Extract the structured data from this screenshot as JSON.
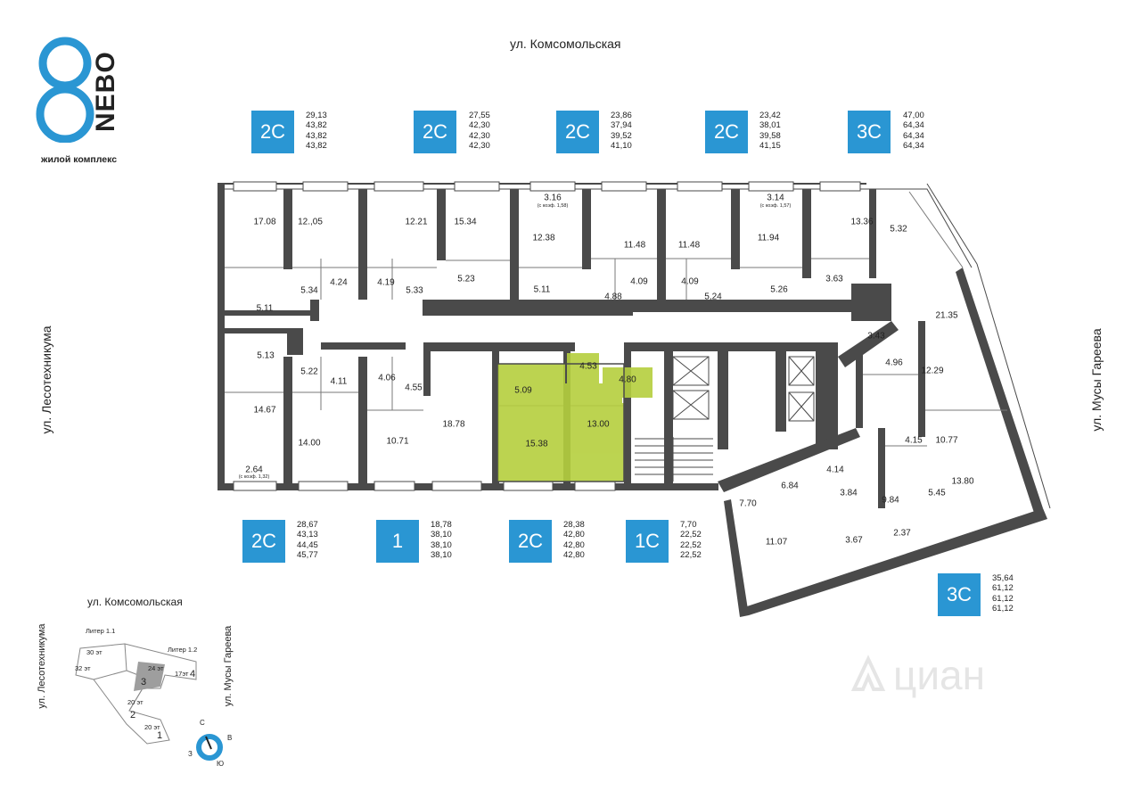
{
  "logo": {
    "brand": "NEBO",
    "tagline": "жилой комплекс"
  },
  "streets": {
    "top": "ул. Комсомольская",
    "left": "ул. Лесотехникума",
    "right": "ул. Мусы Гареева"
  },
  "apartments_top": [
    {
      "type": "2С",
      "areas": [
        "29,13",
        "43,82",
        "43,82",
        "43,82"
      ]
    },
    {
      "type": "2С",
      "areas": [
        "27,55",
        "42,30",
        "42,30",
        "42,30"
      ]
    },
    {
      "type": "2С",
      "areas": [
        "23,86",
        "37,94",
        "39,52",
        "41,10"
      ]
    },
    {
      "type": "2С",
      "areas": [
        "23,42",
        "38,01",
        "39,58",
        "41,15"
      ]
    },
    {
      "type": "3С",
      "areas": [
        "47,00",
        "64,34",
        "64,34",
        "64,34"
      ]
    }
  ],
  "apartments_bottom": [
    {
      "type": "2С",
      "areas": [
        "28,67",
        "43,13",
        "44,45",
        "45,77"
      ]
    },
    {
      "type": "1",
      "areas": [
        "18,78",
        "38,10",
        "38,10",
        "38,10"
      ]
    },
    {
      "type": "2С",
      "areas": [
        "28,38",
        "42,80",
        "42,80",
        "42,80"
      ]
    },
    {
      "type": "1С",
      "areas": [
        "7,70",
        "22,52",
        "22,52",
        "22,52"
      ]
    }
  ],
  "apartment_right": {
    "type": "3С",
    "areas": [
      "35,64",
      "61,12",
      "61,12",
      "61,12"
    ]
  },
  "rooms": [
    "17.08",
    "12.,05",
    "12.21",
    "15.34",
    "3.16",
    "12.38",
    "11.48",
    "11.48",
    "3.14",
    "11.94",
    "13.36",
    "5.32",
    "5.34",
    "4.24",
    "4.19",
    "5.33",
    "5.23",
    "5.11",
    "4.88",
    "4.09",
    "4.09",
    "5,24",
    "5.26",
    "3.63",
    "5.11",
    "21.35",
    "3.43",
    "4.96",
    "12.29",
    "5.13",
    "5.22",
    "4.11",
    "4.06",
    "4.55",
    "5.09",
    "4.53",
    "4.80",
    "14.67",
    "18.78",
    "13.00",
    "15.38",
    "14.00",
    "10.71",
    "2.64",
    "4.15",
    "10.77",
    "4.14",
    "6.84",
    "3.84",
    "9.84",
    "13.80",
    "7.70",
    "5.45",
    "11.07",
    "3.67",
    "2.37"
  ],
  "room_notes": [
    "(с коэф. 1,58)",
    "(с коэф. 1,57)",
    "(с коэф. 1,32)"
  ],
  "site_plan": {
    "street_top": "ул. Комсомольская",
    "street_left": "ул. Лесотехникума",
    "street_right": "ул. Мусы Гареева",
    "lit_1_1": "Литер 1.1",
    "lit_1_2": "Литер 1.2",
    "floors": [
      "30 эт",
      "32 эт",
      "24 эт",
      "17эт",
      "20 эт",
      "20 эт"
    ],
    "sections": [
      "3",
      "4",
      "2",
      "1"
    ],
    "compass": {
      "n": "С",
      "e": "В",
      "w": "З",
      "s": "Ю"
    }
  },
  "watermark": "циан",
  "colors": {
    "badge": "#2a96d3",
    "highlight": "#b5cf3e",
    "wall": "#4a4a4a"
  }
}
